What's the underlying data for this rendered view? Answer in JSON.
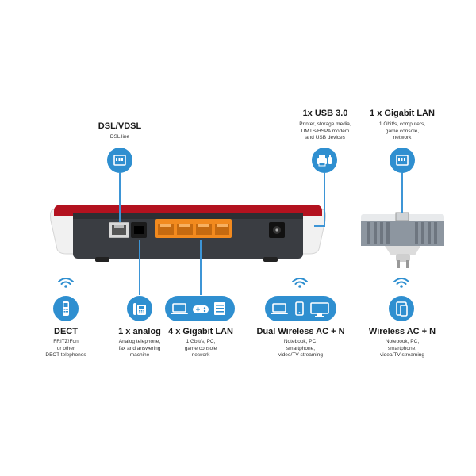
{
  "ports": {
    "dsl": {
      "title": "DSL/VDSL",
      "desc": [
        "DSL line"
      ],
      "icon": "dsl-port-icon"
    },
    "usb": {
      "title": "1x USB 3.0",
      "desc": [
        "Printer, storage media,",
        "UMTS/HSPA modem",
        "and USB devices"
      ],
      "icon": "printer-usb-icon"
    },
    "gigabit_lan_repeater": {
      "title": "1 x Gigabit LAN",
      "desc": [
        "1 Gbit/s, computers,",
        "game console,",
        "network"
      ],
      "icon": "lan-port-icon"
    },
    "dect": {
      "title": "DECT",
      "desc": [
        "FRITZ!Fon",
        "or other",
        "DECT telephones"
      ],
      "icon": "cordless-phone-icon"
    },
    "analog": {
      "title": "1 x analog",
      "desc": [
        "Analog telephone,",
        "fax and answering",
        "machine"
      ],
      "icon": "analog-phone-icon"
    },
    "gigabit_lan": {
      "title": "4 x Gigabit LAN",
      "desc": [
        "1 Gbit/s, PC,",
        "game console",
        "network"
      ],
      "icon": "laptop-gamepad-server-icon"
    },
    "dual_wireless": {
      "title": "Dual Wireless AC + N",
      "desc": [
        "Notebook, PC,",
        "smartphone,",
        "video/TV streaming"
      ],
      "icon": "laptop-phone-monitor-icon"
    },
    "wireless": {
      "title": "Wireless AC + N",
      "desc": [
        "Notebook, PC,",
        "smartphone,",
        "video/TV streaming"
      ],
      "icon": "phone-tablet-icon"
    }
  },
  "colors": {
    "accent_blue": "#2f8fd0",
    "router_red": "#b3121f",
    "router_body": "#3a3d42",
    "lan_orange": "#f28a1e"
  }
}
